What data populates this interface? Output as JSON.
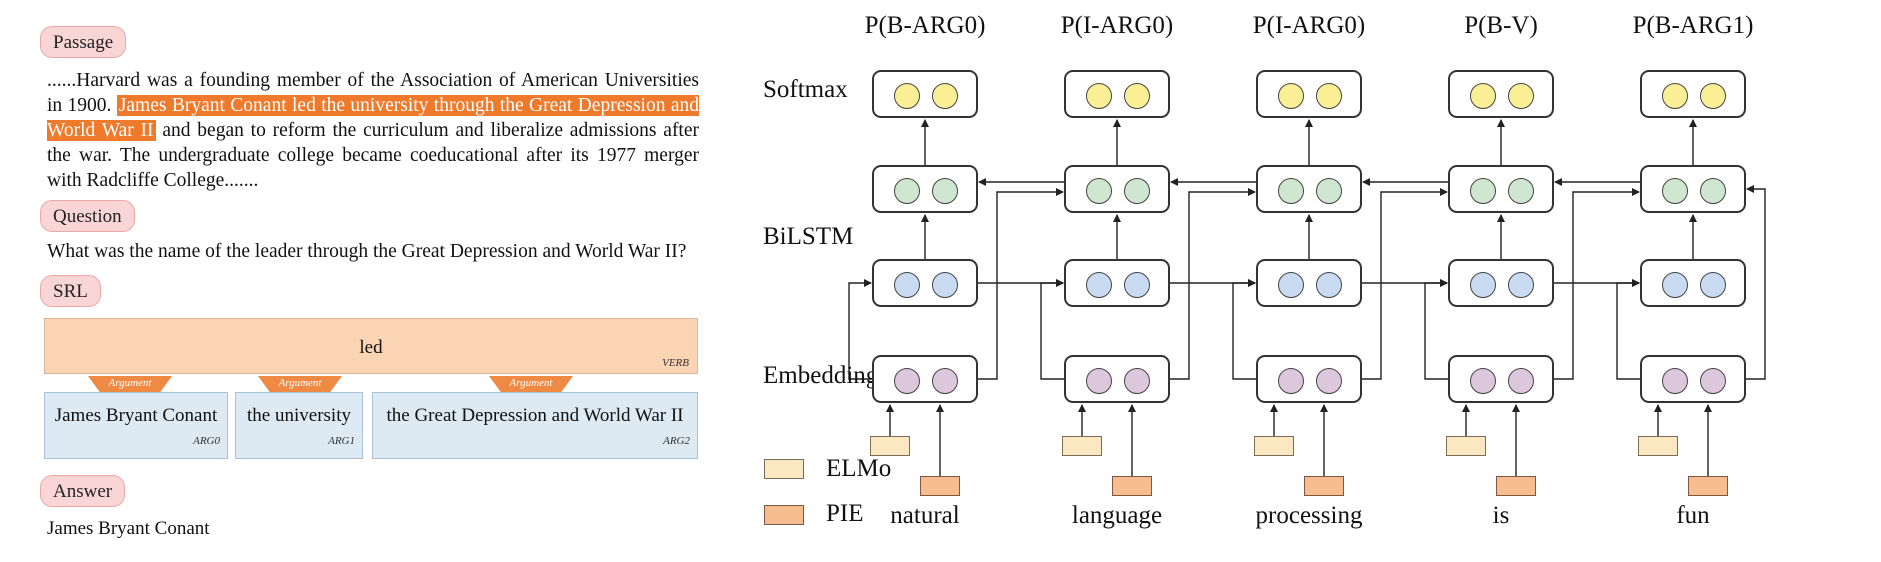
{
  "left_panel": {
    "passage_label": "Passage",
    "passage_pre": "......Harvard was a founding member of the Association of American Universities in 1900. ",
    "passage_highlight": "James Bryant Conant led the university through the Great Depression and World War II",
    "passage_post": " and began to reform the curriculum and liberalize admissions after the war. The undergraduate college became coeducational after its 1977 merger with Radcliffe College.......",
    "question_label": "Question",
    "question_text": "What was the name of the leader through the Great Depression and World War II?",
    "srl_label": "SRL",
    "srl": {
      "verb": "led",
      "verb_tag": "VERB",
      "argument_tab": "Argument",
      "args": [
        {
          "text": "James Bryant Conant",
          "tag": "ARG0"
        },
        {
          "text": "the university",
          "tag": "ARG1"
        },
        {
          "text": "the Great Depression and World War II",
          "tag": "ARG2"
        }
      ]
    },
    "answer_label": "Answer",
    "answer_text": "James Bryant Conant"
  },
  "diagram": {
    "layers": {
      "softmax": "Softmax",
      "bilstm": "BiLSTM",
      "embedding": "Embedding"
    },
    "outputs": [
      "P(B-ARG0)",
      "P(I-ARG0)",
      "P(I-ARG0)",
      "P(B-V)",
      "P(B-ARG1)"
    ],
    "words": [
      "natural",
      "language",
      "processing",
      "is",
      "fun"
    ],
    "legend": {
      "elmo": "ELMo",
      "pie": "PIE"
    },
    "colors": {
      "highlight": "#ef7a2c",
      "softmax_circle": "#fbef96",
      "backward_lstm_circle": "#cfe7d0",
      "forward_lstm_circle": "#c9dbf2",
      "embedding_circle": "#dcc7dd",
      "elmo": "#fbe7c2",
      "pie": "#f6bc8e"
    }
  }
}
